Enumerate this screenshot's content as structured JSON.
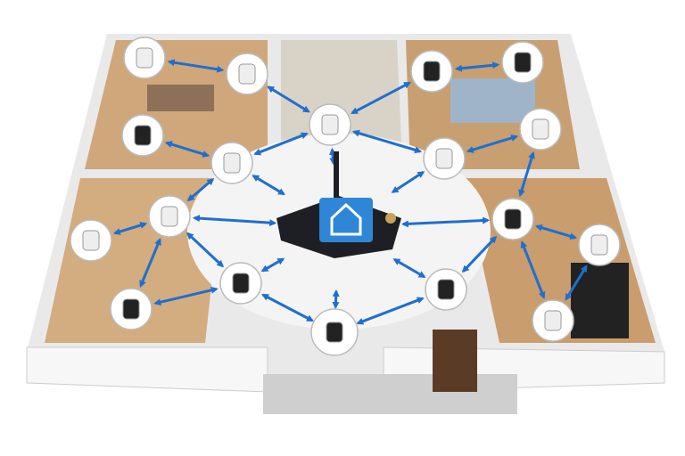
{
  "colors": {
    "arrow": "#1f6fce",
    "hub_screen": "#2f86d6",
    "hub_body": "#1d1f24",
    "wall": "#f2f2f2",
    "floor_wood": "#c9a274",
    "floor_tile": "#e6e6e6",
    "device_bg": "#ffffff"
  },
  "hub": {
    "icon": "home-tree-icon"
  },
  "devices": [
    {
      "id": "bulb",
      "icon": "light-bulb-icon"
    },
    {
      "id": "plug",
      "icon": "smart-plug-icon"
    },
    {
      "id": "keypad-left",
      "icon": "keypad-icon"
    },
    {
      "id": "switch",
      "icon": "wall-switch-icon"
    },
    {
      "id": "ceiling-sensor",
      "icon": "ceiling-sensor-icon"
    },
    {
      "id": "thermostat-left",
      "icon": "thermostat-icon"
    },
    {
      "id": "speaker",
      "icon": "smart-speaker-icon"
    },
    {
      "id": "camera",
      "icon": "camera-icon"
    },
    {
      "id": "motion",
      "icon": "motion-sensor-icon"
    },
    {
      "id": "vacuum",
      "icon": "robot-vacuum-icon"
    },
    {
      "id": "panel-bedroom",
      "icon": "display-panel-icon"
    },
    {
      "id": "bedroom-hub",
      "icon": "wifi-extender-icon"
    },
    {
      "id": "sensor-hall",
      "icon": "square-sensor-icon"
    },
    {
      "id": "bath-sensor",
      "icon": "leak-sensor-icon"
    },
    {
      "id": "keypad-right",
      "icon": "security-keypad-icon"
    },
    {
      "id": "siren",
      "icon": "siren-icon"
    },
    {
      "id": "lock",
      "icon": "smart-lock-icon"
    },
    {
      "id": "door-sensor",
      "icon": "door-sensor-icon"
    }
  ],
  "links": [
    [
      "bulb",
      "plug"
    ],
    [
      "plug",
      "ceiling-sensor"
    ],
    [
      "keypad-left",
      "switch"
    ],
    [
      "switch",
      "ceiling-sensor"
    ],
    [
      "switch",
      "thermostat-left"
    ],
    [
      "thermostat-left",
      "hub"
    ],
    [
      "thermostat-left",
      "speaker"
    ],
    [
      "thermostat-left",
      "camera"
    ],
    [
      "thermostat-left",
      "motion"
    ],
    [
      "motion",
      "hub"
    ],
    [
      "motion",
      "vacuum"
    ],
    [
      "camera",
      "motion"
    ],
    [
      "vacuum",
      "hub"
    ],
    [
      "ceiling-sensor",
      "hub"
    ],
    [
      "ceiling-sensor",
      "panel-bedroom"
    ],
    [
      "ceiling-sensor",
      "sensor-hall"
    ],
    [
      "sensor-hall",
      "hub"
    ],
    [
      "sensor-hall",
      "bath-sensor"
    ],
    [
      "panel-bedroom",
      "bedroom-hub"
    ],
    [
      "bath-sensor",
      "keypad-right"
    ],
    [
      "keypad-right",
      "hub"
    ],
    [
      "keypad-right",
      "siren"
    ],
    [
      "keypad-right",
      "lock"
    ],
    [
      "keypad-right",
      "door-sensor"
    ],
    [
      "lock",
      "hub"
    ],
    [
      "lock",
      "vacuum"
    ],
    [
      "siren",
      "door-sensor"
    ],
    [
      "switch",
      "hub"
    ]
  ]
}
